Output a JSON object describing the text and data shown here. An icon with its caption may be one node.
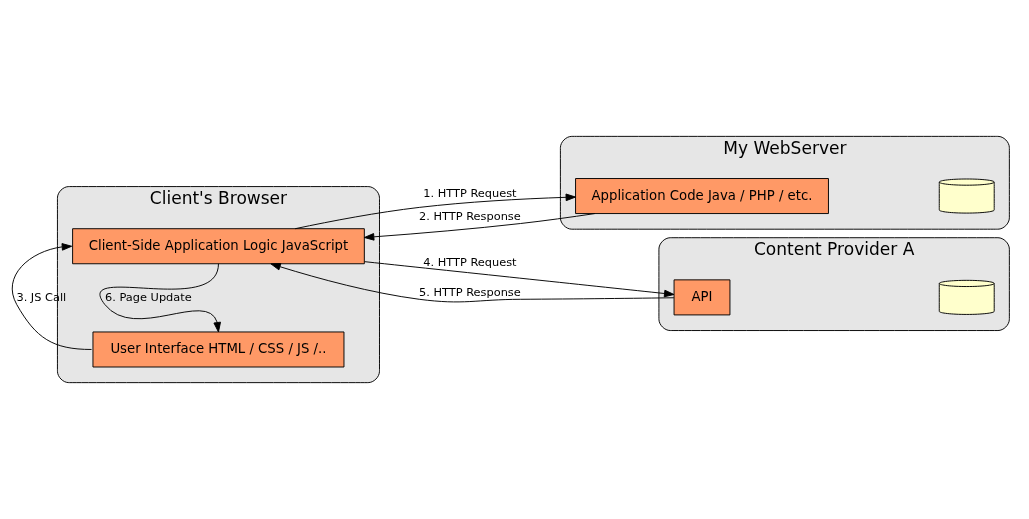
{
  "diagram": {
    "nodes": [
      {
        "text": [
          "Client's Browser"
        ]
      },
      {
        "text": [
          "Client-Side Application Logic JavaScript"
        ],
        "in": 0
      },
      {
        "text": [
          "User Interface HTML / CSS / JS /.."
        ],
        "in": 0
      },
      {
        "text": [
          "My WebServer"
        ]
      },
      {
        "text": [
          "Application Code Java / PHP / etc."
        ],
        "in": 3
      },
      {
        "text": [],
        "shape": "cylinder",
        "in": 3
      },
      {
        "text": [
          "Content Provider A"
        ]
      },
      {
        "text": [
          "API"
        ],
        "in": 6
      },
      {
        "text": [],
        "shape": "cylinder",
        "in": 6
      }
    ],
    "edges": [
      {
        "from": 1,
        "to": 4,
        "arrow": "to",
        "label": "1. HTTP Request"
      },
      {
        "from": 4,
        "to": 1,
        "arrow": "to",
        "label": "2. HTTP Response"
      },
      {
        "from": 2,
        "to": 1,
        "arrow": "to",
        "label": "3. JS Call"
      },
      {
        "from": 1,
        "to": 2,
        "arrow": "to",
        "label": "6. Page Update"
      },
      {
        "from": 1,
        "to": 7,
        "arrow": "to",
        "label": "4. HTTP Request"
      },
      {
        "from": 7,
        "to": 1,
        "arrow": "to",
        "label": "5. HTTP Response"
      }
    ]
  }
}
